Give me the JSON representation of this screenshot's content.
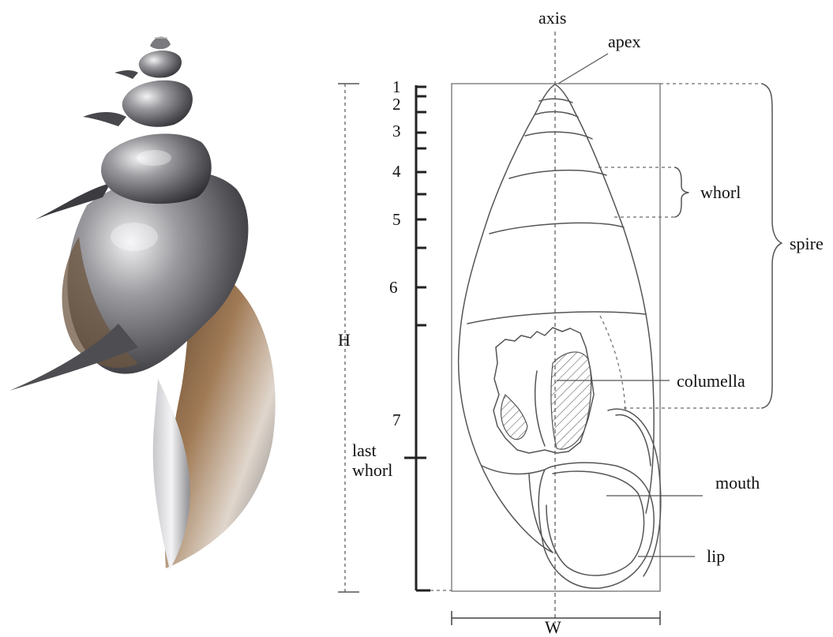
{
  "labels": {
    "axis": "axis",
    "apex": "apex",
    "whorl": "whorl",
    "spire": "spire",
    "columella": "columella",
    "mouth": "mouth",
    "lip": "lip",
    "height": "H",
    "width": "W",
    "last_whorl": "last\nwhorl"
  },
  "whorl_numbers": [
    "1",
    "2",
    "3",
    "4",
    "5",
    "6",
    "7"
  ],
  "colors": {
    "line": "#555555",
    "hatch": "#666666",
    "shell_dark": "#3f3f42",
    "shell_mid": "#8a8a8e",
    "shell_light": "#e8e8ea",
    "shell_brown": "#7a5a3c"
  }
}
